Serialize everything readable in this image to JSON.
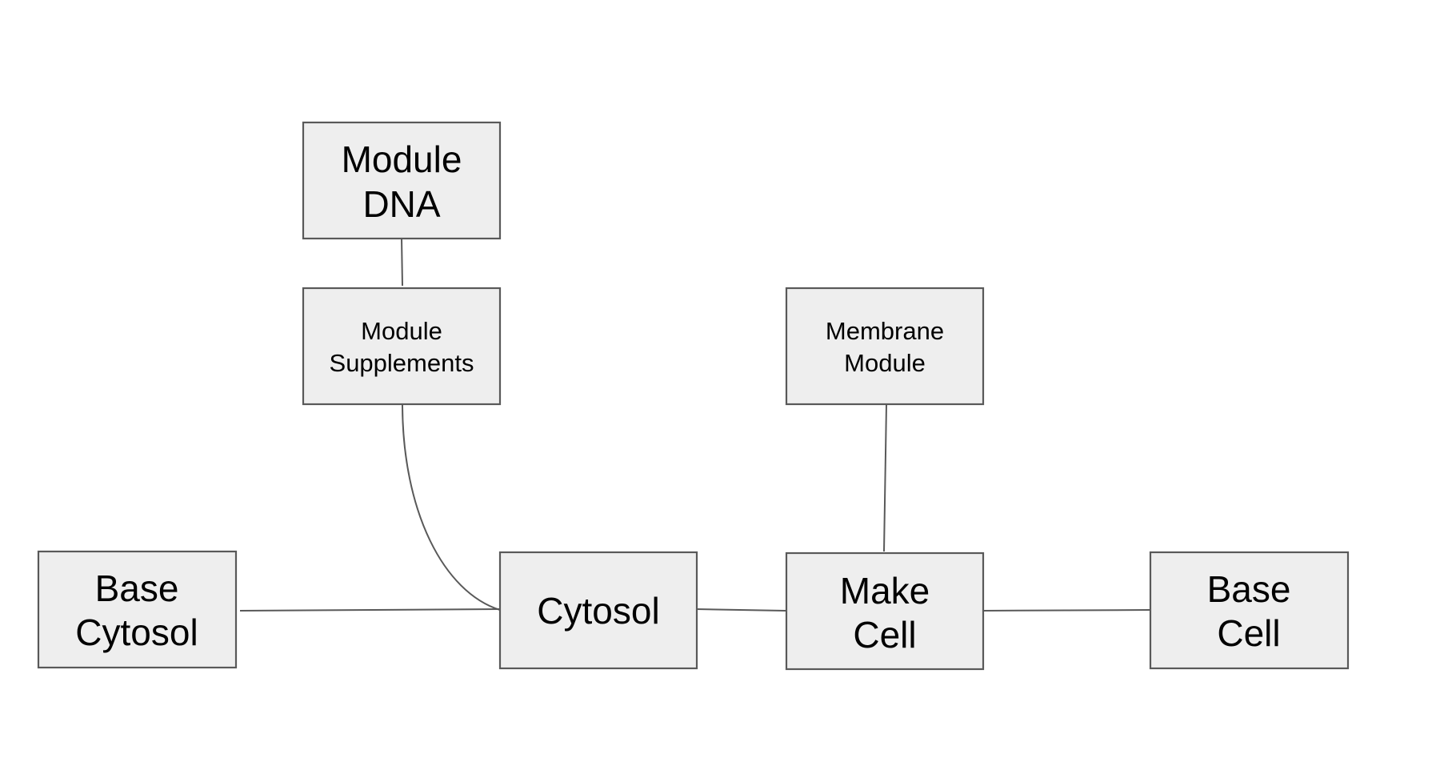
{
  "nodes": {
    "module_dna": {
      "line1": "Module",
      "line2": "DNA"
    },
    "module_supplements": {
      "line1": "Module",
      "line2": "Supplements"
    },
    "membrane_module": {
      "line1": "Membrane",
      "line2": "Module"
    },
    "base_cytosol": {
      "line1": "Base",
      "line2": "Cytosol"
    },
    "cytosol": {
      "line1": "Cytosol"
    },
    "make_cell": {
      "line1": "Make",
      "line2": "Cell"
    },
    "base_cell": {
      "line1": "Base",
      "line2": "Cell"
    }
  },
  "colors": {
    "box_fill": "#eeeeee",
    "box_stroke": "#595959",
    "text": "#000000"
  }
}
